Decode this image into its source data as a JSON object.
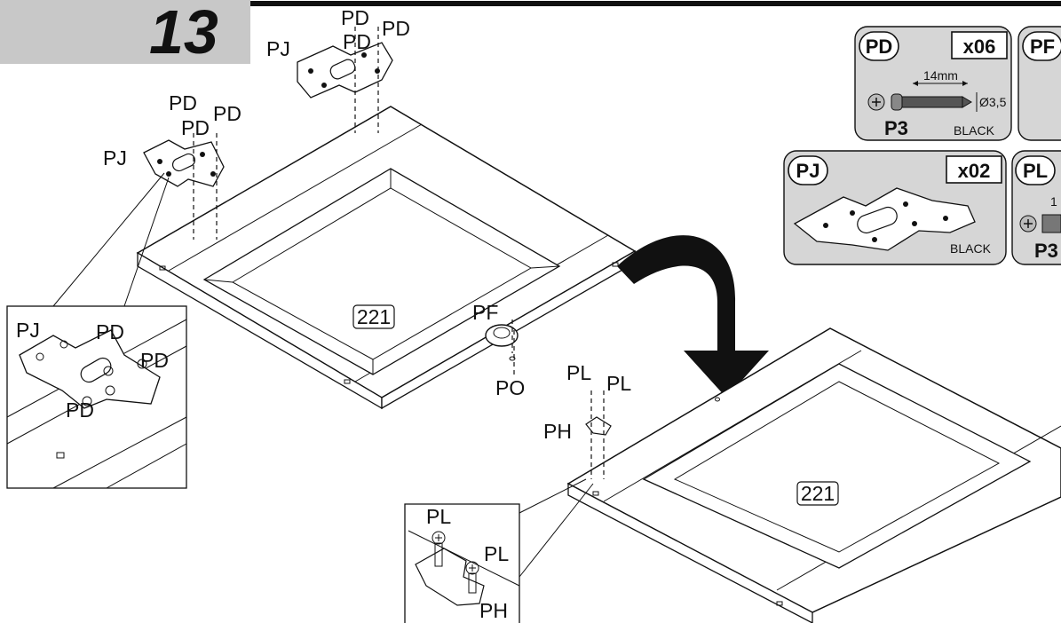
{
  "step": {
    "number": "13"
  },
  "parts": {
    "door_top": "221",
    "door_bottom": "221"
  },
  "labels": {
    "pd": "PD",
    "pj": "PJ",
    "pf": "PF",
    "po": "PO",
    "pl": "PL",
    "ph": "PH"
  },
  "legend": {
    "pd": {
      "code": "PD",
      "qty": "x06",
      "length": "14mm",
      "diameter": "Ø3,5",
      "screw_type": "P3",
      "finish": "BLACK"
    },
    "pj": {
      "code": "PJ",
      "qty": "x02",
      "finish": "BLACK"
    },
    "pf": {
      "code": "PF"
    },
    "pl": {
      "code": "PL",
      "length_partial": "1",
      "screw_type": "P3"
    }
  },
  "colors": {
    "step_box": "#c8c8c8",
    "legend_panel": "#d6d6d6",
    "ink": "#111111"
  }
}
